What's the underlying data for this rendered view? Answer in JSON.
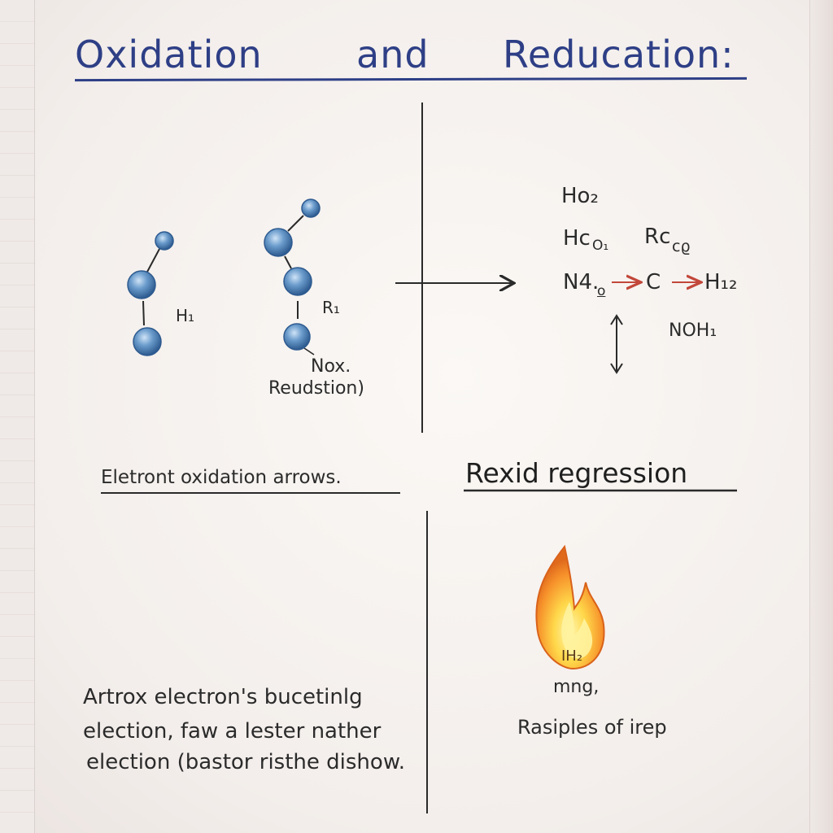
{
  "title": {
    "word1": "Oxidation",
    "word2": "and",
    "word3": "Reducation:"
  },
  "molecules": {
    "label_left": "H₁",
    "label_right": "R₁",
    "caption_line1": "Nox.",
    "caption_line2": "Reudstion)"
  },
  "formulas": {
    "f1": "Ho₂",
    "f2": "Hc",
    "f2_sub": "O₁",
    "f3": "Rc",
    "f3_sub": "cϱ",
    "f4": "N4.",
    "f4_sub": "o",
    "f5": "C",
    "f6": "H₁₂",
    "f7": "NOH₁"
  },
  "sections": {
    "left_heading": "Eletront oxidation arrows.",
    "right_heading": "Rexid regression"
  },
  "notes": {
    "left_line1": "Artrox electron's bucetinlg",
    "left_line2": "election, faw a lester nather",
    "left_line3": "election (bastor risthe dishow.",
    "flame_label": "IH₂",
    "flame_caption": "mng,",
    "right_line1": "Rasiples of irep"
  },
  "colors": {
    "ink_blue": "#2e3f86",
    "ink_black": "#2a2a2a",
    "atom_blue": "#4a7fb5",
    "arrow_red": "#c2473a",
    "flame_orange": "#f08a24",
    "flame_yellow": "#ffd84a"
  }
}
